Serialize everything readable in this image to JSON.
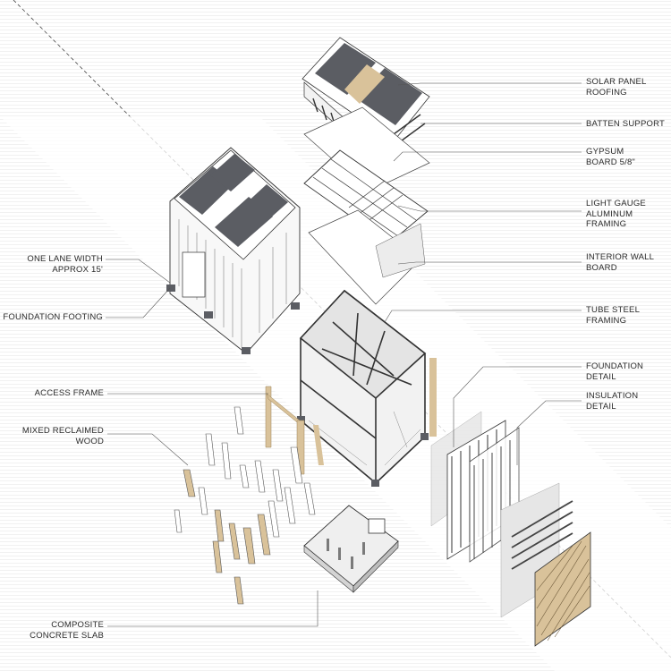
{
  "labels_right": [
    {
      "id": "solar-panel-roofing",
      "text": "SOLAR PANEL\nROOFING"
    },
    {
      "id": "batten-support",
      "text": "BATTEN SUPPORT"
    },
    {
      "id": "gypsum-board",
      "text": "GYPSUM\nBOARD 5/8\""
    },
    {
      "id": "light-gauge-aluminum-framing",
      "text": "LIGHT GAUGE\nALUMINUM\nFRAMING"
    },
    {
      "id": "interior-wall-board",
      "text": "INTERIOR WALL\nBOARD"
    },
    {
      "id": "tube-steel-framing",
      "text": "TUBE STEEL\nFRAMING"
    },
    {
      "id": "foundation-detail",
      "text": "FOUNDATION\nDETAIL"
    },
    {
      "id": "insulation-detail",
      "text": "INSULATION\nDETAIL"
    }
  ],
  "labels_left": [
    {
      "id": "one-lane-width",
      "text": "ONE LANE WIDTH\nAPPROX  15'"
    },
    {
      "id": "foundation-footing",
      "text": "FOUNDATION FOOTING"
    },
    {
      "id": "access-frame",
      "text": "ACCESS FRAME"
    },
    {
      "id": "mixed-reclaimed-wood",
      "text": "MIXED RECLAIMED\nWOOD"
    },
    {
      "id": "composite-concrete-slab",
      "text": "COMPOSITE\nCONCRETE SLAB"
    }
  ],
  "colors": {
    "solar_panel": "#5b5d63",
    "wood": "#d9c29a",
    "wood_dark": "#b89c6e",
    "line": "#3a3a3a",
    "leader": "#555555",
    "glass": "#d6d6d6"
  }
}
